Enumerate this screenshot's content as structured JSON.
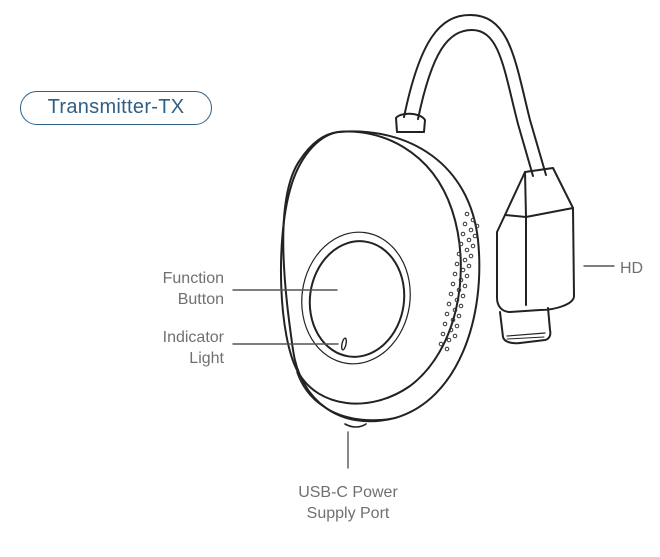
{
  "title_badge": "Transmitter-TX",
  "labels": {
    "function_button": [
      "Function",
      "Button"
    ],
    "indicator_light": [
      "Indicator",
      "Light"
    ],
    "hd": "HD",
    "usbc_port": [
      "USB-C Power",
      "Supply Port"
    ]
  },
  "colors": {
    "badge_accent": "#2f5f84",
    "label_text": "#707070",
    "outline": "#222222",
    "leader_line": "#555555"
  }
}
